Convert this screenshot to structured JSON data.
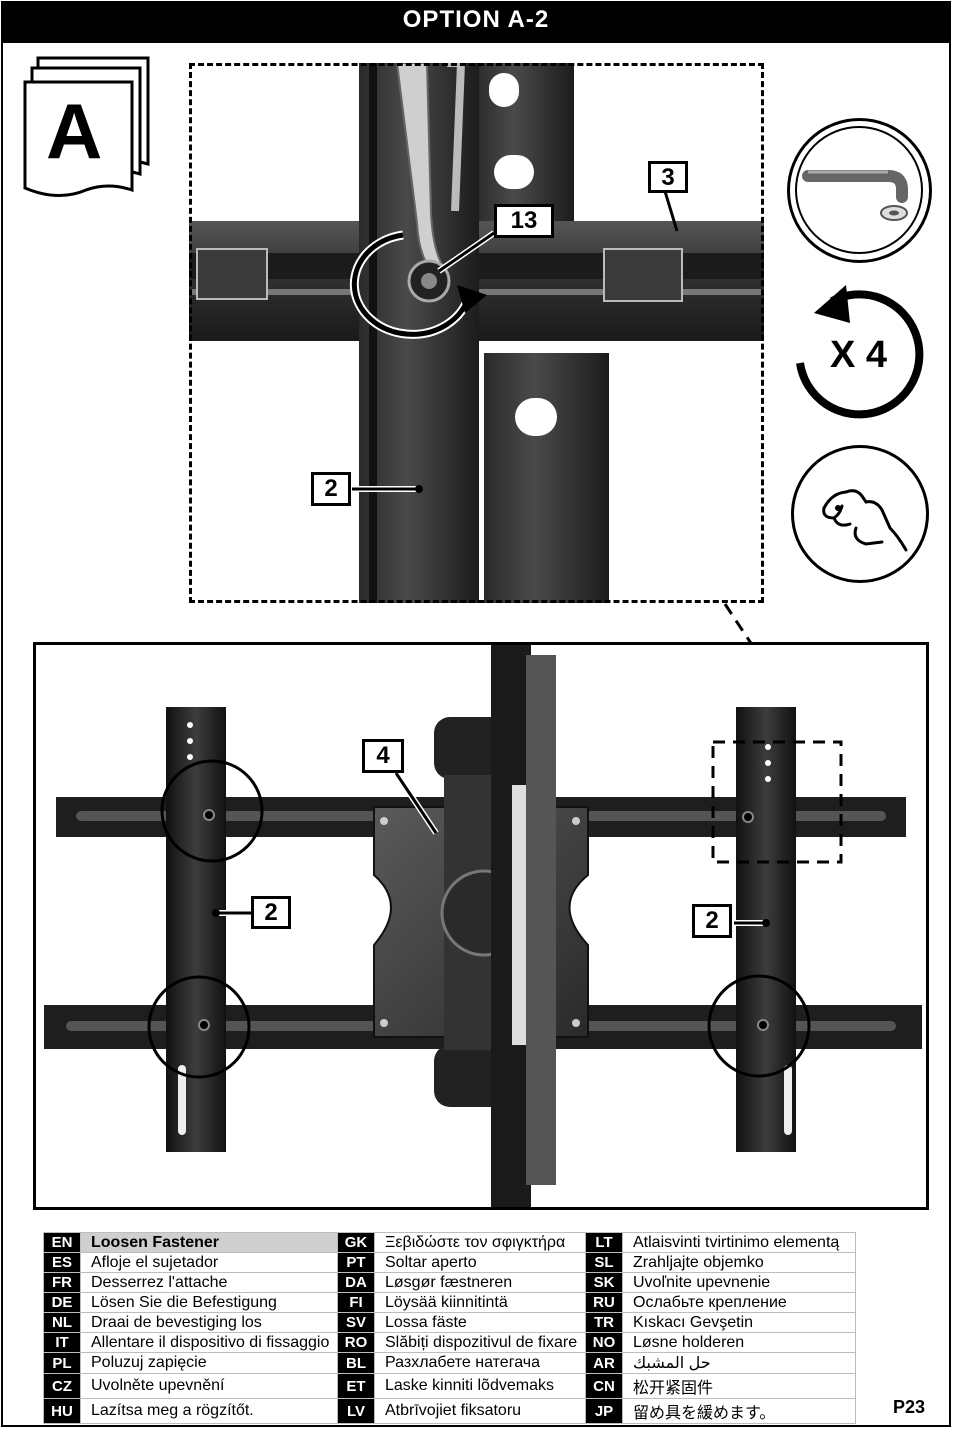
{
  "header": {
    "title": "OPTION A-2"
  },
  "option_icon": {
    "letter": "A"
  },
  "callouts": {
    "zoom_part_3": "3",
    "zoom_part_13": "13",
    "zoom_part_2": "2",
    "main_part_4": "4",
    "main_part_2_left": "2",
    "main_part_2_right": "2"
  },
  "side_icons": {
    "tool_icon": "hex-key-and-washer-icon",
    "repeat_icon": "counterclockwise-arrow-icon",
    "repeat_label": "X 4",
    "hand_icon": "hand-pinch-icon"
  },
  "translations": [
    [
      {
        "code": "EN",
        "text": "Loosen Fastener"
      },
      {
        "code": "GK",
        "text": "Ξεβιδώστε τον σφιγκτήρα"
      },
      {
        "code": "LT",
        "text": "Atlaisvinti tvirtinimo elementą"
      }
    ],
    [
      {
        "code": "ES",
        "text": "Afloje el sujetador"
      },
      {
        "code": "PT",
        "text": "Soltar aperto"
      },
      {
        "code": "SL",
        "text": "Zrahljajte objemko"
      }
    ],
    [
      {
        "code": "FR",
        "text": "Desserrez l'attache"
      },
      {
        "code": "DA",
        "text": "Løsgør fæstneren"
      },
      {
        "code": "SK",
        "text": "Uvoľnite upevnenie"
      }
    ],
    [
      {
        "code": "DE",
        "text": "Lösen Sie die Befestigung"
      },
      {
        "code": "FI",
        "text": "Löysää kiinnitintä"
      },
      {
        "code": "RU",
        "text": "Ослабьте крепление"
      }
    ],
    [
      {
        "code": "NL",
        "text": "Draai de bevestiging los"
      },
      {
        "code": "SV",
        "text": "Lossa fäste"
      },
      {
        "code": "TR",
        "text": "Kıskacı Gevşetin"
      }
    ],
    [
      {
        "code": "IT",
        "text": "Allentare il dispositivo di fissaggio"
      },
      {
        "code": "RO",
        "text": "Slăbiți dispozitivul de fixare"
      },
      {
        "code": "NO",
        "text": "Løsne holderen"
      }
    ],
    [
      {
        "code": "PL",
        "text": "Poluzuj zapięcie"
      },
      {
        "code": "BL",
        "text": "Разхлабете натегача"
      },
      {
        "code": "AR",
        "text": "حل المشبك"
      }
    ],
    [
      {
        "code": "CZ",
        "text": "Uvolněte upevnění"
      },
      {
        "code": "ET",
        "text": "Laske kinniti lõdvemaks"
      },
      {
        "code": "CN",
        "text": "松开紧固件"
      }
    ],
    [
      {
        "code": "HU",
        "text": "Lazítsa meg a rögzítőt."
      },
      {
        "code": "LV",
        "text": "Atbrīvojiet fiksatoru"
      },
      {
        "code": "JP",
        "text": "留め具を緩めます。"
      }
    ]
  ],
  "footer": {
    "page_number": "P23"
  }
}
